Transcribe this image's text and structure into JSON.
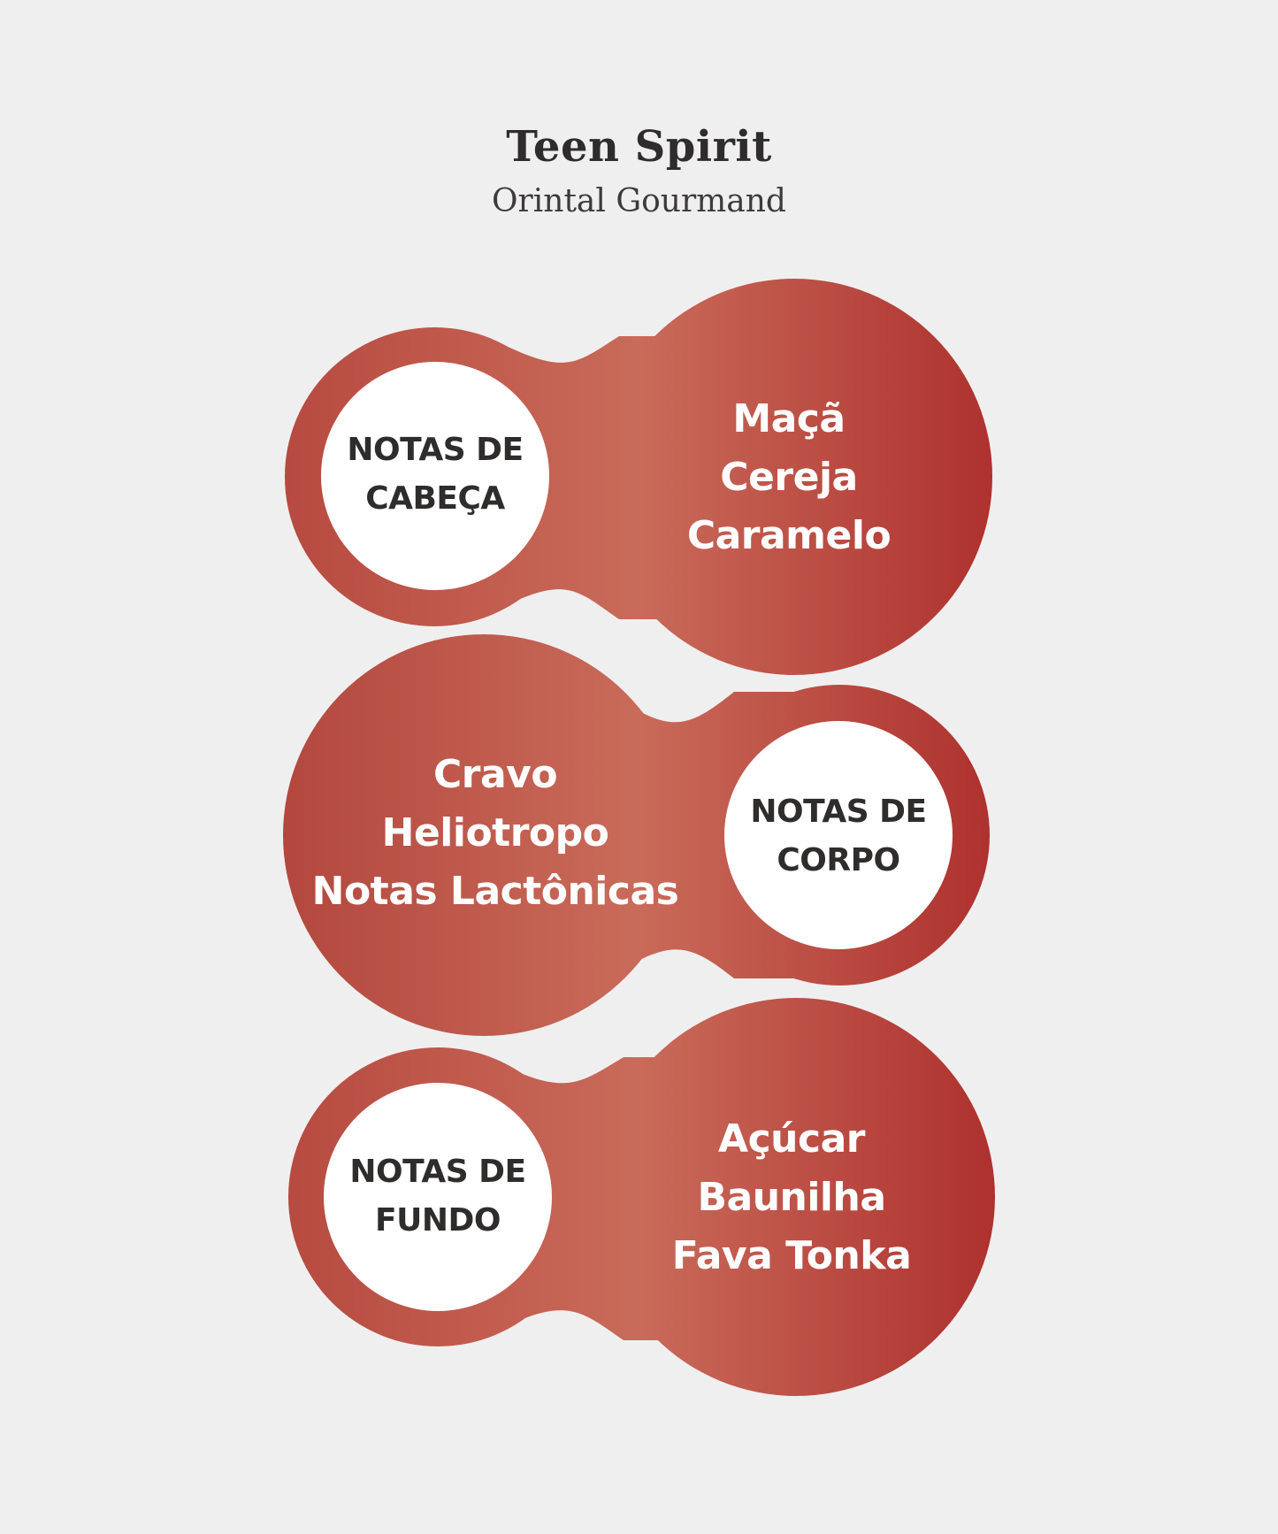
{
  "header": {
    "title": "Teen Spirit",
    "subtitle": "Orintal Gourmand"
  },
  "colors": {
    "shape_gradient_edge": "#b33d35",
    "shape_gradient_mid": "#c8685a",
    "inner_circle": "#ffffff",
    "label_text": "#2f2c2c",
    "notes_text": "#ffffff",
    "background": "#f0efef"
  },
  "groups": [
    {
      "label_line1": "NOTAS DE",
      "label_line2": "CABEÇA",
      "notes": [
        "Maçã",
        "Cereja",
        "Caramelo"
      ]
    },
    {
      "label_line1": "NOTAS DE",
      "label_line2": "CORPO",
      "notes": [
        "Cravo",
        "Heliotropo",
        "Notas Lactônicas"
      ]
    },
    {
      "label_line1": "NOTAS DE",
      "label_line2": "FUNDO",
      "notes": [
        "Açúcar",
        "Baunilha",
        "Fava Tonka"
      ]
    }
  ]
}
